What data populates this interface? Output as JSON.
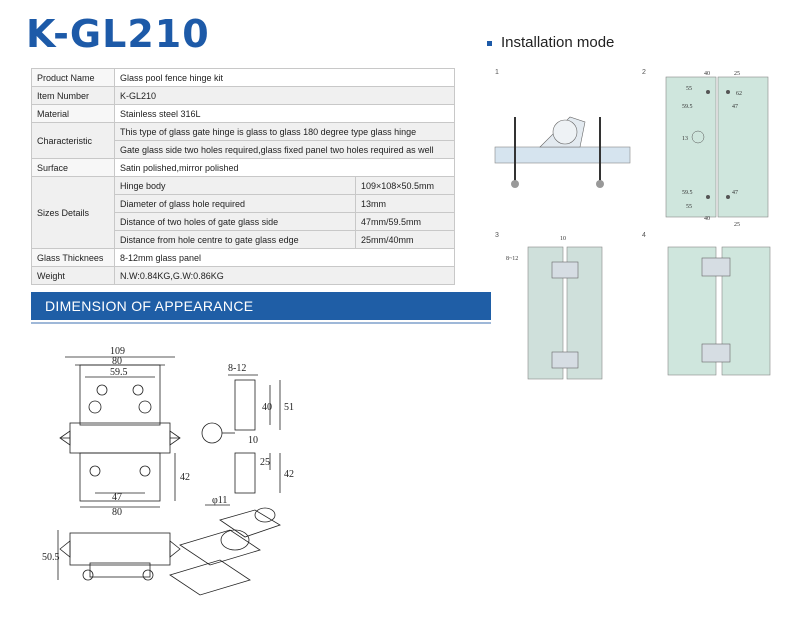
{
  "title": "K-GL210",
  "installation_heading": "Installation mode",
  "spec": {
    "product_name_label": "Product Name",
    "product_name": "Glass pool fence hinge kit",
    "item_number_label": "Item Number",
    "item_number": "K-GL210",
    "material_label": "Material",
    "material": "Stainless steel 316L",
    "characteristic_label": "Characteristic",
    "characteristic_1": "This type of glass gate   hinge is glass to glass 180 degree type glass hinge",
    "characteristic_2": "Gate glass side two holes required,glass fixed panel two holes required as well",
    "surface_label": "Surface",
    "surface": "Satin polished,mirror polished",
    "sizes_label": "Sizes Details",
    "sizes": [
      {
        "name": "Hinge body",
        "value": "109×108×50.5mm"
      },
      {
        "name": "Diameter of glass hole required",
        "value": "13mm"
      },
      {
        "name": "Distance of two holes of gate glass side",
        "value": "47mm/59.5mm"
      },
      {
        "name": "Distance from hole centre to gate glass edge",
        "value": "25mm/40mm"
      }
    ],
    "thickness_label": "Glass Thicknees",
    "thickness": "8-12mm glass panel",
    "weight_label": "Weight",
    "weight": "N.W:0.84KG,G.W:0.86KG"
  },
  "dimension_heading": "DIMENSION OF APPEARANCE",
  "drawing_labels": {
    "w109": "109",
    "w80": "80",
    "w59_5": "59.5",
    "h42": "42",
    "w47": "47",
    "w80b": "80",
    "t8_12": "8-12",
    "h40": "40",
    "h51": "51",
    "h10": "10",
    "h25": "25",
    "h42b": "42",
    "phi11": "φ11",
    "h50_5": "50.5"
  },
  "install_labels": {
    "p1": "1",
    "p2": "2",
    "p3": "3",
    "p4": "4",
    "d40": "40",
    "d25": "25",
    "d55": "55",
    "d62": "62",
    "d59_5": "59.5",
    "d47": "47",
    "phi13": "13",
    "d10": "10",
    "d8_12": "8~12",
    "d59_5b": "59.5",
    "d47b": "47",
    "d55b": "55",
    "d40b": "40",
    "d25b": "25"
  }
}
